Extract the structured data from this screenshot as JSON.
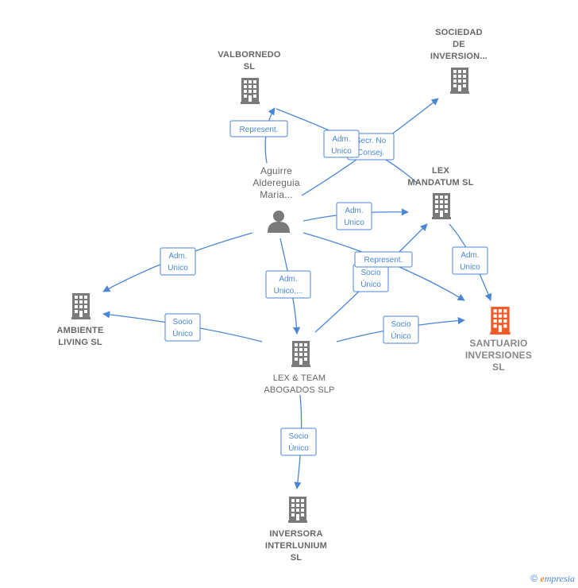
{
  "colors": {
    "edge": "#4a86d6",
    "building": "#7a7a7a",
    "target_building": "#f05a28",
    "person": "#7a7a7a",
    "label": "#666666"
  },
  "nodes": {
    "valbornedo": {
      "lines": [
        "VALBORNEDO",
        "SL"
      ],
      "icon": "building-icon"
    },
    "sociedad": {
      "lines": [
        "SOCIEDAD",
        "DE",
        "INVERSION..."
      ],
      "icon": "building-icon"
    },
    "aguirre": {
      "lines": [
        "Aguirre",
        "Aldereguia",
        "Maria..."
      ],
      "icon": "person-icon"
    },
    "lex_mandatum": {
      "lines": [
        "LEX",
        "MANDATUM  SL"
      ],
      "icon": "building-icon"
    },
    "ambiente": {
      "lines": [
        "AMBIENTE",
        "LIVING  SL"
      ],
      "icon": "building-icon"
    },
    "santuario": {
      "lines": [
        "SANTUARIO",
        "INVERSIONES",
        "SL"
      ],
      "icon": "building-icon"
    },
    "lex_team": {
      "lines": [
        "LEX & TEAM",
        "ABOGADOS  SLP"
      ],
      "icon": "building-icon"
    },
    "inversora": {
      "lines": [
        "INVERSORA",
        "INTERLUNIUM",
        "SL"
      ],
      "icon": "building-icon"
    }
  },
  "edges": [
    {
      "id": "aguirre-valbornedo",
      "label": [
        "Represent."
      ]
    },
    {
      "id": "aguirre-sociedad",
      "label": [
        "Secr.  No",
        "Consej."
      ]
    },
    {
      "id": "aguirre-santuario-adm",
      "label": [
        "Adm.",
        "Unico"
      ]
    },
    {
      "id": "aguirre-lexmandatum",
      "label": [
        "Adm.",
        "Unico"
      ]
    },
    {
      "id": "aguirre-ambiente",
      "label": [
        "Adm.",
        "Unico"
      ]
    },
    {
      "id": "aguirre-lexteam",
      "label": [
        "Adm.",
        "Unico,..."
      ]
    },
    {
      "id": "aguirre-santuario-rep",
      "label": [
        "Represent."
      ]
    },
    {
      "id": "lexmandatum-santuario",
      "label": [
        "Adm.",
        "Unico"
      ]
    },
    {
      "id": "lexteam-lexmandatum",
      "label": [
        "Socio",
        "Único"
      ]
    },
    {
      "id": "lexteam-ambiente",
      "label": [
        "Socio",
        "Único"
      ]
    },
    {
      "id": "lexteam-santuario",
      "label": [
        "Socio",
        "Único"
      ]
    },
    {
      "id": "lexteam-inversora",
      "label": [
        "Socio",
        "Único"
      ]
    }
  ],
  "footer": {
    "copyright": "©",
    "brand_e": "e",
    "brand_rest": "mpresia"
  }
}
